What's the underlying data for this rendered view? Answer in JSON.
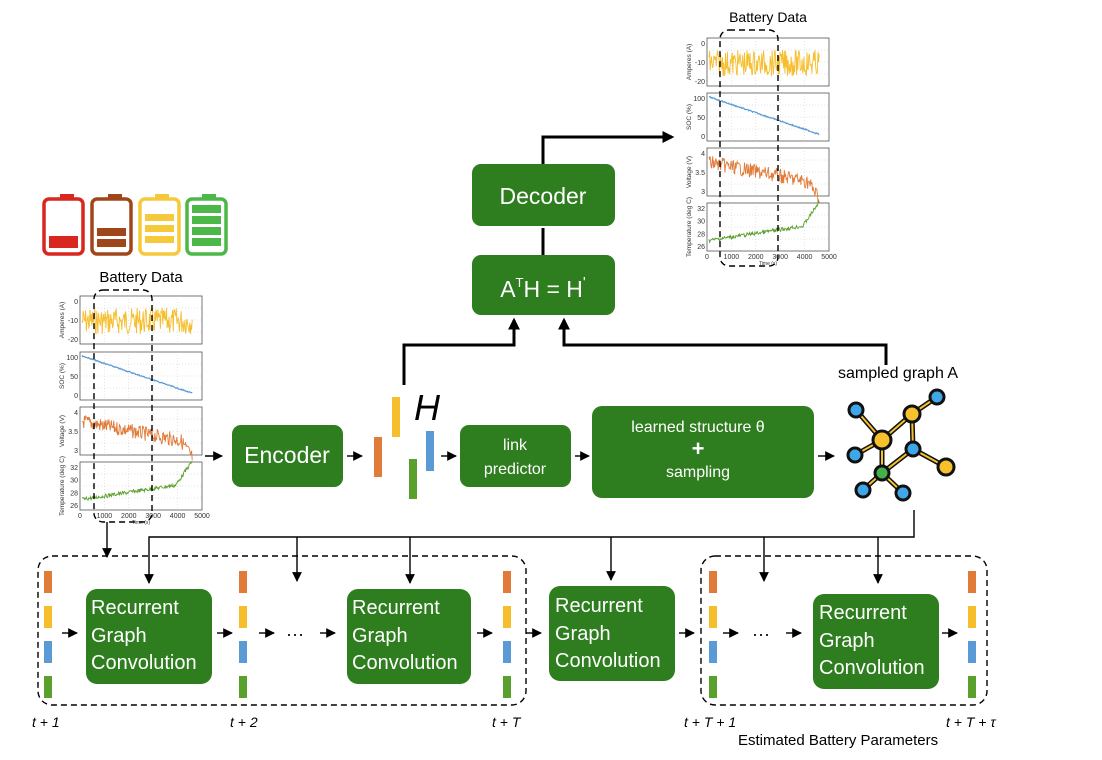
{
  "left_panel": {
    "title": "Battery Data",
    "y_labels": [
      "Amperes (A)",
      "SOC (%)",
      "Voltage (V)",
      "Temperature (deg C)"
    ],
    "amp_ticks": [
      "0",
      "-10",
      "-20"
    ],
    "soc_ticks": [
      "100",
      "50",
      "0"
    ],
    "volt_ticks": [
      "4",
      "3.5",
      "3"
    ],
    "temp_ticks": [
      "32",
      "30",
      "28",
      "26"
    ],
    "x_ticks": [
      "0",
      "1000",
      "2000",
      "3000",
      "4000",
      "5000"
    ],
    "x_label": "Time (s)"
  },
  "right_panel": {
    "title": "Battery Data",
    "y_labels": [
      "Amperes (A)",
      "SOC (%)",
      "Voltage (V)",
      "Temperature (deg C)"
    ],
    "amp_ticks": [
      "0",
      "-10",
      "-20"
    ],
    "soc_ticks": [
      "100",
      "50",
      "0"
    ],
    "volt_ticks": [
      "4",
      "3.5",
      "3"
    ],
    "temp_ticks": [
      "32",
      "30",
      "28",
      "26"
    ],
    "x_ticks": [
      "0",
      "1000",
      "2000",
      "3000",
      "4000",
      "5000"
    ],
    "x_label": "Time (s)"
  },
  "blocks": {
    "encoder": "Encoder",
    "decoder": "Decoder",
    "ath_left": "A",
    "ath_sup": "T",
    "ath_mid": "H = H",
    "ath_prime": "'",
    "link_line1": "link",
    "link_line2": "predictor",
    "struct_line1": "learned  structure θ",
    "struct_plus": "+",
    "struct_line2": "sampling",
    "rgc_line1": "Recurrent",
    "rgc_line2": "Graph",
    "rgc_line3": "Convolution"
  },
  "labels": {
    "h_symbol": "H",
    "sampled_graph": "sampled graph A",
    "ellipsis": "···",
    "t1": "t + 1",
    "t2": "t + 2",
    "tT": "t + T",
    "tT1": "t + T + 1",
    "tTtau": "t + T + τ",
    "estimated": "Estimated Battery Parameters"
  },
  "colors": {
    "green_box": "#2e7d1f",
    "amp": "#f6be2c",
    "soc": "#5b9bd5",
    "volt": "#e07b39",
    "temp": "#5aa02c",
    "batt_red": "#d9271f",
    "batt_brown": "#a0461b",
    "batt_yellow": "#f6c93b",
    "batt_green": "#4cb848",
    "node_yellow": "#f6c12d",
    "node_blue": "#3fa7e8",
    "node_green": "#43b04a"
  }
}
